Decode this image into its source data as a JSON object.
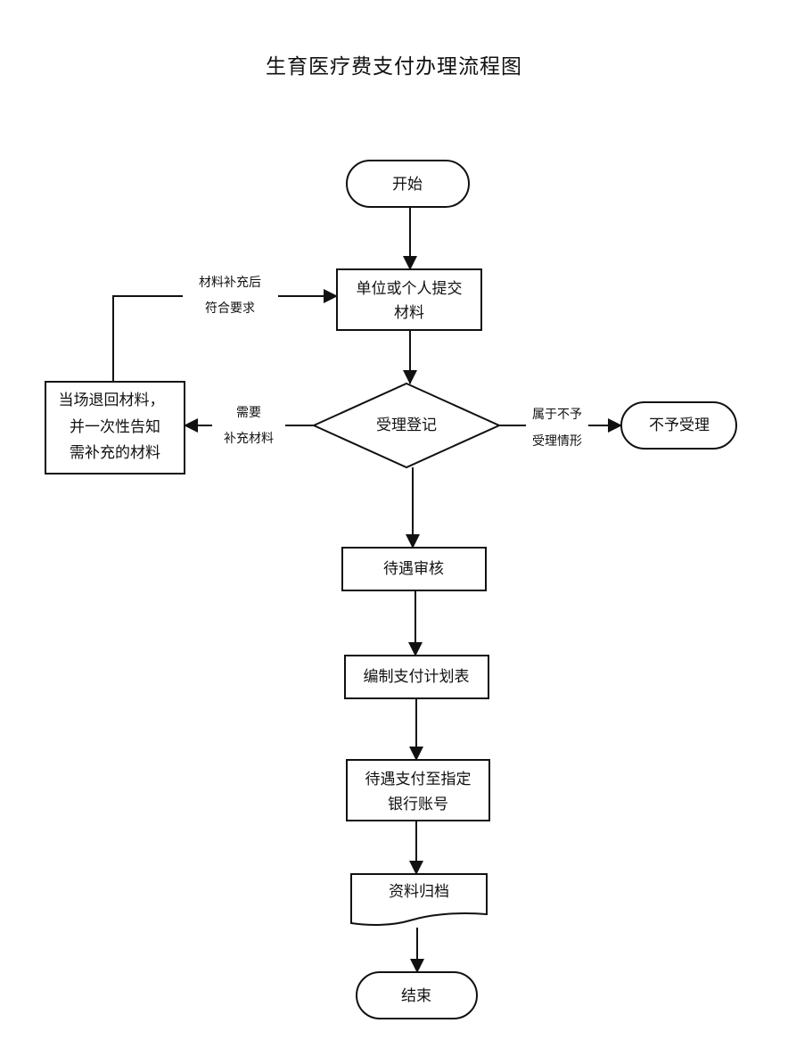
{
  "title": "生育医疗费支付办理流程图",
  "nodes": {
    "start": {
      "type": "terminal",
      "lines": [
        "开始"
      ]
    },
    "submit": {
      "type": "process",
      "lines": [
        "单位或个人提交",
        "材料"
      ]
    },
    "register": {
      "type": "decision",
      "lines": [
        "受理登记"
      ]
    },
    "return": {
      "type": "process",
      "lines": [
        "当场退回材料，",
        "并一次性告知",
        "需补充的材料"
      ]
    },
    "reject": {
      "type": "terminal",
      "lines": [
        "不予受理"
      ]
    },
    "review": {
      "type": "process",
      "lines": [
        "待遇审核"
      ]
    },
    "plan": {
      "type": "process",
      "lines": [
        "编制支付计划表"
      ]
    },
    "pay": {
      "type": "process",
      "lines": [
        "待遇支付至指定",
        "银行账号"
      ]
    },
    "archive": {
      "type": "document",
      "lines": [
        "资料归档"
      ]
    },
    "end": {
      "type": "terminal",
      "lines": [
        "结束"
      ]
    }
  },
  "edges": [
    {
      "from": "start",
      "to": "submit",
      "label": []
    },
    {
      "from": "submit",
      "to": "register",
      "label": []
    },
    {
      "from": "register",
      "to": "return",
      "label": [
        "需要",
        "补充材料"
      ]
    },
    {
      "from": "register",
      "to": "reject",
      "label": [
        "属于不予",
        "受理情形"
      ]
    },
    {
      "from": "return",
      "to": "submit",
      "label": [
        "材料补充后",
        "符合要求"
      ]
    },
    {
      "from": "register",
      "to": "review",
      "label": []
    },
    {
      "from": "review",
      "to": "plan",
      "label": []
    },
    {
      "from": "plan",
      "to": "pay",
      "label": []
    },
    {
      "from": "pay",
      "to": "archive",
      "label": []
    },
    {
      "from": "archive",
      "to": "end",
      "label": []
    }
  ]
}
